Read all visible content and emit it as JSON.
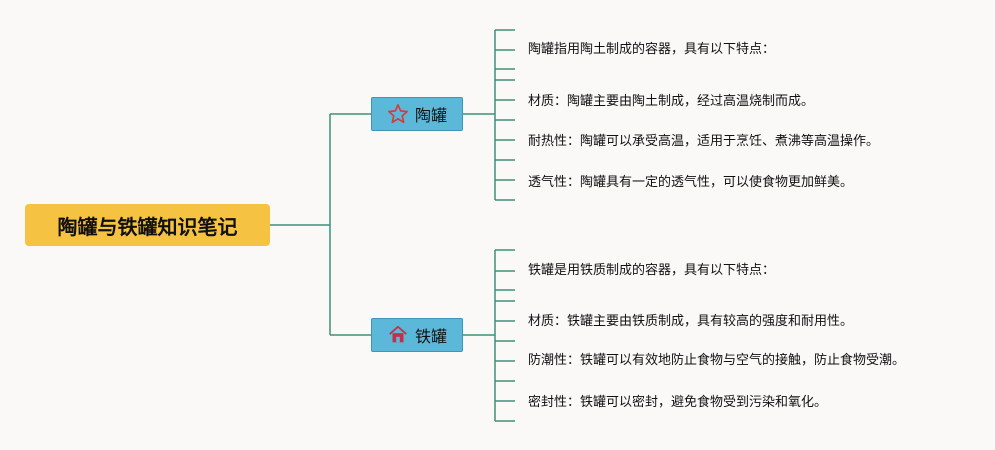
{
  "root": {
    "title": "陶罐与铁罐知识笔记"
  },
  "branches": [
    {
      "label": "陶罐",
      "icon": "star-icon",
      "icon_color": "#d43c3c",
      "notes": [
        "陶罐指用陶土制成的容器，具有以下特点：",
        "材质：陶罐主要由陶土制成，经过高温烧制而成。",
        "耐热性：陶罐可以承受高温，适用于烹饪、煮沸等高温操作。",
        "透气性：陶罐具有一定的透气性，可以使食物更加鲜美。"
      ]
    },
    {
      "label": "铁罐",
      "icon": "house-icon",
      "icon_color": "#c4304a",
      "notes": [
        "铁罐是用铁质制成的容器，具有以下特点：",
        "材质：铁罐主要由铁质制成，具有较高的强度和耐用性。",
        "防潮性：铁罐可以有效地防止食物与空气的接触，防止食物受潮。",
        "密封性：铁罐可以密封，避免食物受到污染和氧化。"
      ]
    }
  ],
  "colors": {
    "line": "#3f8f7a",
    "root_fill": "#f5c242",
    "branch_fill": "#5bb8d8"
  }
}
